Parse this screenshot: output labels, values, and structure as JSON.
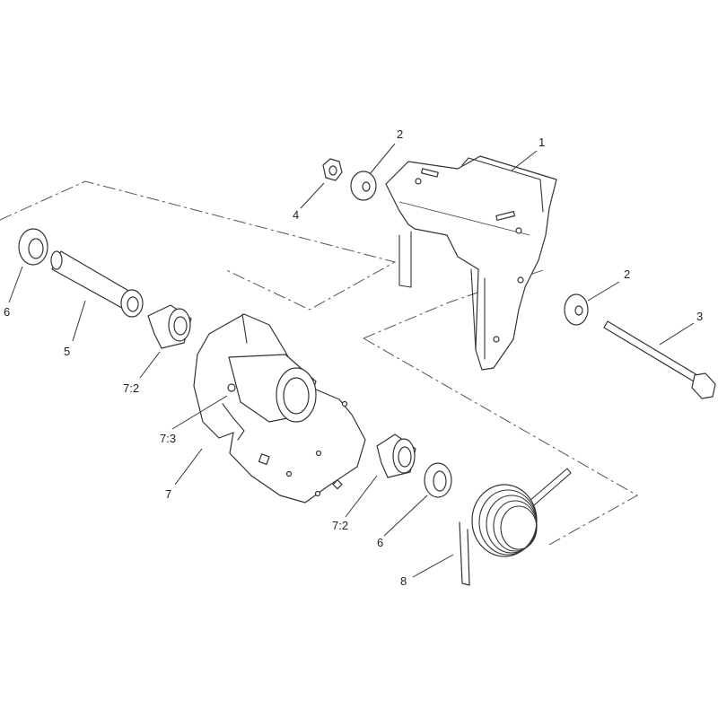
{
  "callouts": [
    {
      "id": "c1",
      "label": "1"
    },
    {
      "id": "c2a",
      "label": "2"
    },
    {
      "id": "c2b",
      "label": "2"
    },
    {
      "id": "c3",
      "label": "3"
    },
    {
      "id": "c4",
      "label": "4"
    },
    {
      "id": "c5",
      "label": "5"
    },
    {
      "id": "c6a",
      "label": "6"
    },
    {
      "id": "c6b",
      "label": "6"
    },
    {
      "id": "c7",
      "label": "7"
    },
    {
      "id": "c72a",
      "label": "7:2"
    },
    {
      "id": "c72b",
      "label": "7:2"
    },
    {
      "id": "c73",
      "label": "7:3"
    },
    {
      "id": "c8",
      "label": "8"
    }
  ]
}
